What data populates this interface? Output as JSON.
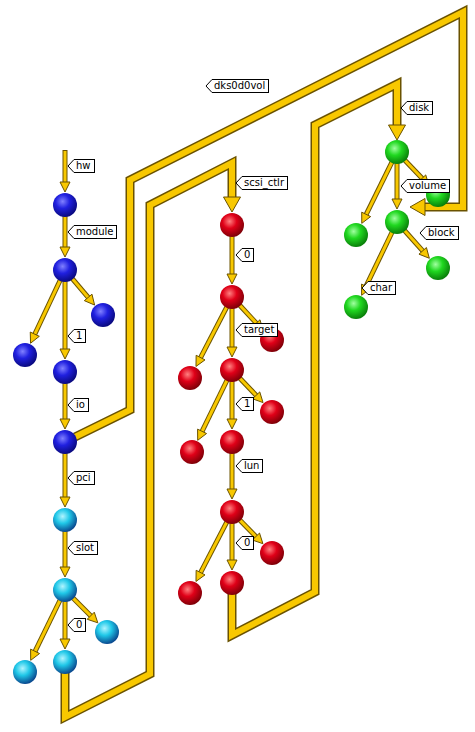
{
  "diagram": {
    "labels": [
      "hw",
      "module",
      "1",
      "io",
      "pci",
      "slot",
      "0",
      "scsi_ctlr",
      "0",
      "target",
      "1",
      "lun",
      "0",
      "dks0d0vol",
      "disk",
      "volume",
      "block",
      "char"
    ]
  }
}
